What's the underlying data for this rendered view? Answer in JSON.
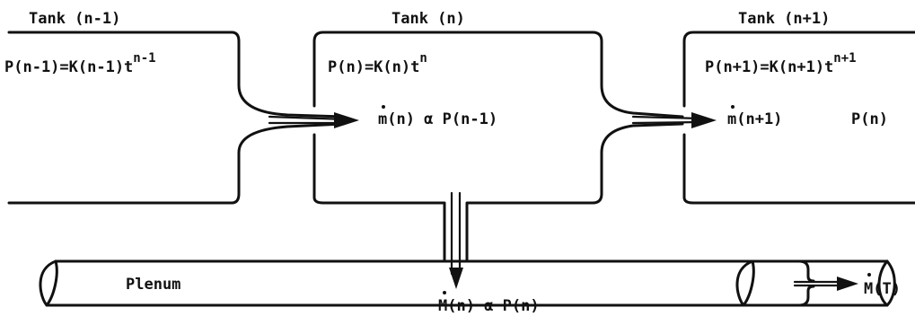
{
  "tanks": [
    {
      "title": "Tank (n-1)",
      "eq_main": "P(n-1)=K(n-1)t",
      "eq_sup": "n-1"
    },
    {
      "title": "Tank (n)",
      "eq_main": "P(n)=K(n)t",
      "eq_sup": "n",
      "flow_in": "m(n) α P(n-1)"
    },
    {
      "title": "Tank (n+1)",
      "eq_main": "P(n+1)=K(n+1)t",
      "eq_sup": "n+1",
      "flow_in_left": "m(n+1)",
      "flow_in_right": "P(n)"
    }
  ],
  "plenum": {
    "label": "Plenum",
    "flow": "M(n) α P(n)"
  },
  "outlet": {
    "label": "M(T)"
  }
}
